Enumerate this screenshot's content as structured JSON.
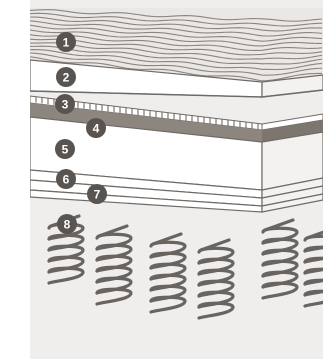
{
  "diagram": {
    "colors": {
      "panel_bg": "#efeeec",
      "layer_fill": "#ffffff",
      "layer_stroke": "#6f6a66",
      "wave_line": "#8a8581",
      "quilt_fill": "#eae7e4",
      "band": "#8d867f",
      "badge": "#5a5450",
      "badge_text": "#ffffff",
      "coil": "#6a6460"
    },
    "layers": [
      {
        "number": "1",
        "icon": "number-badge"
      },
      {
        "number": "2",
        "icon": "number-badge"
      },
      {
        "number": "3",
        "icon": "number-badge"
      },
      {
        "number": "4",
        "icon": "number-badge"
      },
      {
        "number": "5",
        "icon": "number-badge"
      },
      {
        "number": "6",
        "icon": "number-badge"
      },
      {
        "number": "7",
        "icon": "number-badge"
      },
      {
        "number": "8",
        "icon": "number-badge"
      }
    ]
  }
}
